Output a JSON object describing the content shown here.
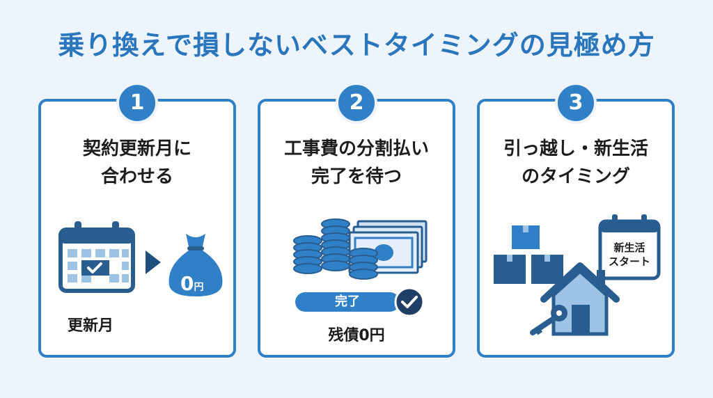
{
  "title": "乗り換えで損しないベストタイミングの見極め方",
  "colors": {
    "primary": "#2f80c6",
    "dark": "#2a5d8f",
    "light": "#9dc4e6",
    "background": "#edf4fb"
  },
  "cards": [
    {
      "number": "1",
      "title_line1": "契約更新月に",
      "title_line2": "合わせる",
      "icon": "calendar-check-icon",
      "bag_text": "0",
      "bag_unit": "円",
      "caption": "更新月"
    },
    {
      "number": "2",
      "title_line1": "工事費の分割払い",
      "title_line2": "完了を待つ",
      "icon": "coins-cash-icon",
      "progress_label": "完了",
      "progress_fraction": 1.0,
      "caption": "残債0円"
    },
    {
      "number": "3",
      "title_line1": "引っ越し・新生活",
      "title_line2": "のタイミング",
      "icon": "house-boxes-key-icon",
      "calendar_line1": "新生活",
      "calendar_line2": "スタート"
    }
  ]
}
